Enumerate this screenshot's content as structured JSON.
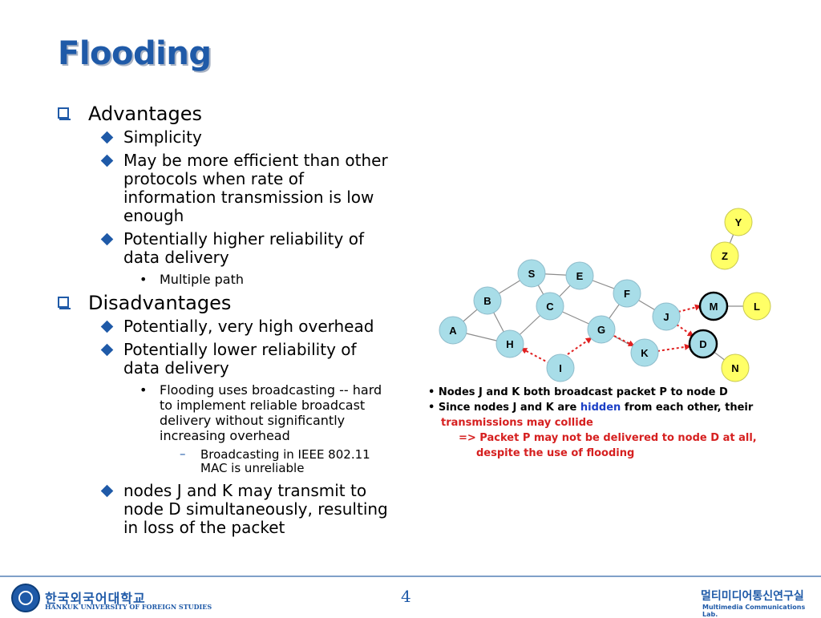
{
  "slide": {
    "title": "Flooding",
    "page_number": "4"
  },
  "outline": {
    "advantages": {
      "label": "Advantages",
      "items": [
        {
          "text": "Simplicity"
        },
        {
          "text": "May be more efficient than other protocols when rate of information transmission is low enough"
        },
        {
          "text": "Potentially higher reliability of data delivery",
          "sub": [
            "Multiple path"
          ]
        }
      ]
    },
    "disadvantages": {
      "label": "Disadvantages",
      "items": [
        {
          "text": "Potentially, very high overhead"
        },
        {
          "text": "Potentially lower reliability of data delivery",
          "sub": [
            "Flooding uses broadcasting -- hard to implement reliable broadcast delivery without significantly increasing overhead"
          ],
          "subsub": [
            "Broadcasting in IEEE 802.11 MAC is unreliable"
          ]
        },
        {
          "text": "nodes J and K may transmit to node D simultaneously, resulting in loss of the packet"
        }
      ]
    }
  },
  "diagram": {
    "nodes": {
      "S": "S",
      "E": "E",
      "B": "B",
      "C": "C",
      "F": "F",
      "A": "A",
      "H": "H",
      "G": "G",
      "J": "J",
      "K": "K",
      "I": "I",
      "M": "M",
      "D": "D",
      "L": "L",
      "N": "N",
      "Y": "Y",
      "Z": "Z"
    },
    "colors": {
      "node_fill": "#a8dde8",
      "node_highlight_fill": "#a8dde8",
      "yellow_fill": "#ffff66",
      "edge": "#8c8c8c",
      "arrow": "#e02020"
    },
    "caption": {
      "line1": "• Nodes J and K both broadcast packet P to node D",
      "line2_a": "• Since nodes J and K are ",
      "line2_hidden": "hidden",
      "line2_b": " from each other, their",
      "line3": "transmissions may collide",
      "line4": "=> Packet P may not be delivered to node D at all,",
      "line5": "despite the use of flooding"
    }
  },
  "footer": {
    "university_kr": "한국외국어대학교",
    "university_en": "HANKUK UNIVERSITY OF FOREIGN STUDIES",
    "lab_kr": "멀티미디어통신연구실",
    "lab_en": "Multimedia Communications Lab."
  }
}
